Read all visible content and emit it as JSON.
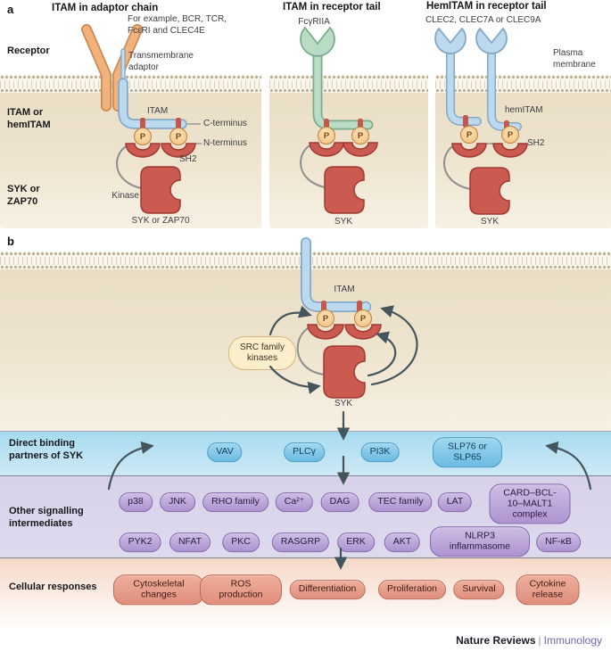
{
  "p": "P",
  "colors": {
    "receptor_orange": "#f2b27e",
    "receptor_green": "#b9dcc5",
    "receptor_blue": "#bcd9ee",
    "kinase_red": "#cb5a50",
    "phospho_gold": "#f2bf7c",
    "band_blue": "#a6dbef",
    "band_purple": "#d7d2e9",
    "band_pink": "#f6d8c8",
    "journal_purple": "#6f66ad"
  },
  "panel_a": {
    "tag": "a",
    "side_labels": {
      "receptor": "Receptor",
      "itam": "ITAM or hemITAM",
      "syk": "SYK or ZAP70"
    },
    "col1": {
      "title": "ITAM in adaptor chain",
      "example": "For example, BCR, TCR, FcεRI and CLEC4E",
      "adaptor": "Transmembrane adaptor",
      "itam": "ITAM",
      "c_terminus": "C-terminus",
      "n_terminus": "N-terminus",
      "sh2": "SH2",
      "kinase": "Kinase",
      "name": "SYK or ZAP70"
    },
    "col2": {
      "title": "ITAM in receptor tail",
      "receptor": "FcγRIIA",
      "name": "SYK"
    },
    "col3": {
      "title": "HemITAM in receptor tail",
      "receptors": "CLEC2, CLEC7A or CLEC9A",
      "membrane": "Plasma membrane",
      "hemitam": "hemITAM",
      "sh2": "SH2",
      "name": "SYK"
    }
  },
  "panel_b": {
    "tag": "b",
    "itam": "ITAM",
    "src": "SRC family kinases",
    "syk": "SYK",
    "row1": {
      "label": "Direct binding partners of SYK",
      "items": [
        "VAV",
        "PLCγ",
        "PI3K",
        "SLP76 or SLP65"
      ]
    },
    "row2": {
      "label": "Other signalling intermediates",
      "top": [
        "p38",
        "JNK",
        "RHO family",
        "Ca²⁺",
        "DAG",
        "TEC family",
        "LAT",
        "CARD–BCL-10–MALT1 complex"
      ],
      "bottom": [
        "PYK2",
        "NFAT",
        "PKC",
        "RASGRP",
        "ERK",
        "AKT",
        "NLRP3 inflammasome",
        "NF-κB"
      ]
    },
    "row3": {
      "label": "Cellular responses",
      "items": [
        "Cytoskeletal changes",
        "ROS production",
        "Differentiation",
        "Proliferation",
        "Survival",
        "Cytokine release"
      ]
    }
  },
  "footer": {
    "brand": "Nature Reviews",
    "sep": "|",
    "journal": "Immunology"
  }
}
